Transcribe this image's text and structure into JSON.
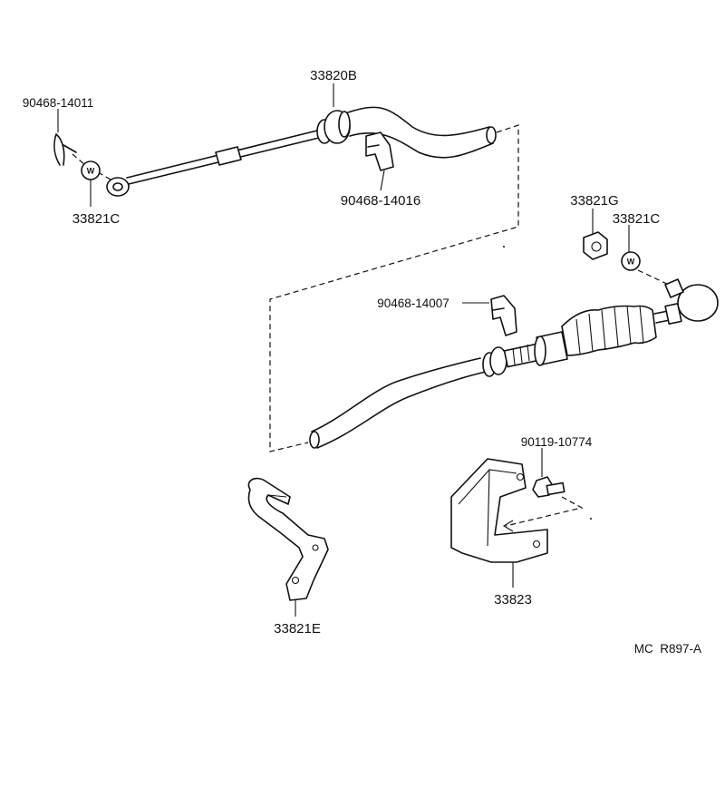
{
  "parts": {
    "cable_assembly": "33820B",
    "pin_left": "90468-14011",
    "washer_left": "33821C",
    "clip_upper": "90468-14016",
    "nut": "33821G",
    "washer_right": "33821C",
    "clip_lower": "90468-14007",
    "bolt": "90119-10774",
    "bracket_right": "33823",
    "bracket_left": "33821E"
  },
  "washer_symbol": "W",
  "reference_code": "MC  R897-A"
}
